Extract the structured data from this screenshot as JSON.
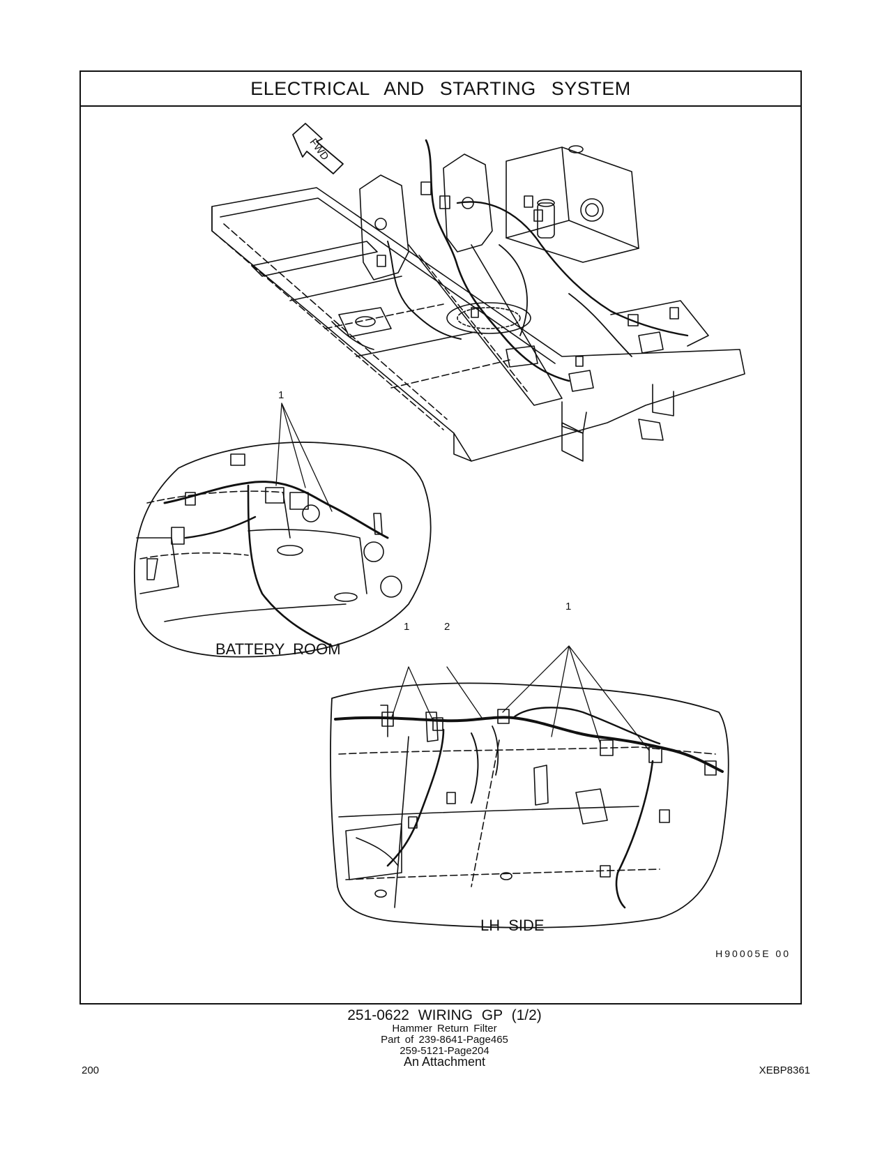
{
  "header": {
    "title": "ELECTRICAL AND STARTING SYSTEM"
  },
  "drawing": {
    "direction_arrow": "FWD",
    "drawing_id": "H90005E 00",
    "views": [
      {
        "label": "BATTERY ROOM",
        "callouts": [
          "1"
        ]
      },
      {
        "label": "LH SIDE",
        "callouts": [
          "1",
          "2",
          "1"
        ]
      }
    ]
  },
  "caption": {
    "title": "251-0622 WIRING GP (1/2)",
    "lines": [
      "Hammer Return Filter",
      "Part of 239-8641-Page465",
      "259-5121-Page204",
      "An Attachment"
    ]
  },
  "footer": {
    "page_number": "200",
    "document_code": "XEBP8361"
  }
}
